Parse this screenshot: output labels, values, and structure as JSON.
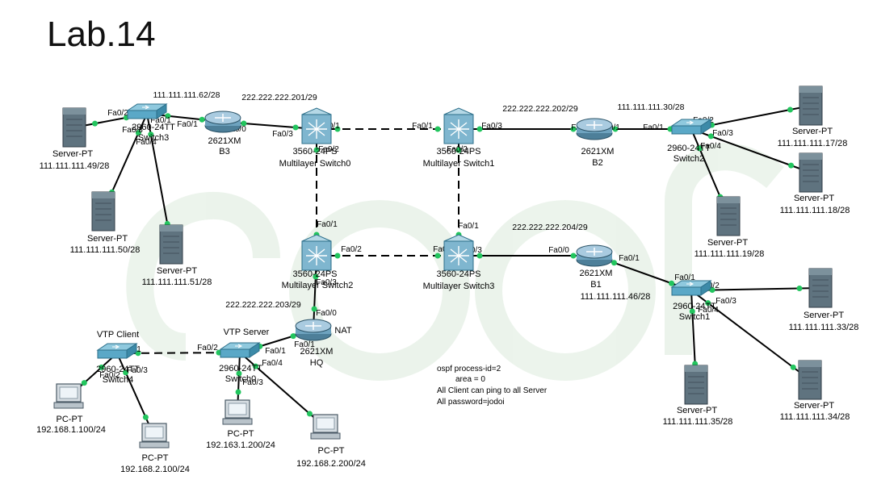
{
  "title": "Lab.14",
  "colors": {
    "link": "#000000",
    "port": "#22c55e",
    "portOrange": "#f08c1e",
    "switchBody": "#5aa8c7",
    "router": "#6ea3bf",
    "server": "#5f737f",
    "watermark": "#e7f1e7"
  },
  "devices": [
    {
      "id": "srv49",
      "type": "server",
      "labels": [
        "Server-PT",
        "111.111.111.49/28"
      ]
    },
    {
      "id": "srv50",
      "type": "server",
      "labels": [
        "Server-PT",
        "111.111.111.50/28"
      ]
    },
    {
      "id": "srv51",
      "type": "server",
      "labels": [
        "Server-PT",
        "111.111.111.51/28"
      ]
    },
    {
      "id": "sw3",
      "type": "switch",
      "labels": [
        "2960-24TT",
        "Switch3"
      ]
    },
    {
      "id": "b3",
      "type": "router",
      "labels": [
        "2621XM",
        "B3"
      ]
    },
    {
      "id": "ms0",
      "type": "mlswitch",
      "labels": [
        "3560-24PS",
        "Multilayer Switch0"
      ]
    },
    {
      "id": "ms1",
      "type": "mlswitch",
      "labels": [
        "3560-24PS",
        "Multilayer Switch1"
      ]
    },
    {
      "id": "b2",
      "type": "router",
      "labels": [
        "2621XM",
        "B2"
      ]
    },
    {
      "id": "sw2",
      "type": "switch",
      "labels": [
        "2960-24TT",
        "Switch2"
      ]
    },
    {
      "id": "srv17",
      "type": "server",
      "labels": [
        "Server-PT",
        "111.111.111.17/28"
      ]
    },
    {
      "id": "srv18",
      "type": "server",
      "labels": [
        "Server-PT",
        "111.111.111.18/28"
      ]
    },
    {
      "id": "srv19",
      "type": "server",
      "labels": [
        "Server-PT",
        "111.111.111.19/28"
      ]
    },
    {
      "id": "ms2",
      "type": "mlswitch",
      "labels": [
        "3560-24PS",
        "Multilayer Switch2"
      ]
    },
    {
      "id": "ms3",
      "type": "mlswitch",
      "labels": [
        "3560-24PS",
        "Multilayer Switch3"
      ]
    },
    {
      "id": "b1",
      "type": "router",
      "labels": [
        "2621XM",
        "B1",
        "111.111.111.46/28"
      ]
    },
    {
      "id": "sw1",
      "type": "switch",
      "labels": [
        "2960-24TT",
        "Switch1"
      ]
    },
    {
      "id": "srv33",
      "type": "server",
      "labels": [
        "Server-PT",
        "111.111.111.33/28"
      ]
    },
    {
      "id": "srv34",
      "type": "server",
      "labels": [
        "Server-PT",
        "111.111.111.34/28"
      ]
    },
    {
      "id": "srv35",
      "type": "server",
      "labels": [
        "Server-PT",
        "111.111.111.35/28"
      ]
    },
    {
      "id": "hq",
      "type": "router",
      "labels": [
        "NAT",
        "2621XM",
        "HQ"
      ]
    },
    {
      "id": "sw0",
      "type": "switch",
      "labels": [
        "VTP Server",
        "2960-24TT",
        "Switch0"
      ]
    },
    {
      "id": "sw4",
      "type": "switch",
      "labels": [
        "VTP Client",
        "2960-24TT",
        "Switch4"
      ]
    },
    {
      "id": "pc1",
      "type": "pc",
      "labels": [
        "PC-PT",
        "192.168.1.100/24"
      ]
    },
    {
      "id": "pc2",
      "type": "pc",
      "labels": [
        "PC-PT",
        "192.168.2.100/24"
      ]
    },
    {
      "id": "pc3",
      "type": "pc",
      "labels": [
        "PC-PT",
        "192.163.1.200/24"
      ]
    },
    {
      "id": "pc4",
      "type": "pc",
      "labels": [
        "PC-PT",
        "192.168.2.200/24"
      ]
    }
  ],
  "links": [
    {
      "from": "srv49",
      "to": "sw3",
      "style": "solid",
      "ports": [
        "Fa0/2"
      ]
    },
    {
      "from": "srv50",
      "to": "sw3",
      "style": "solid",
      "ports": [
        "Fa0/3"
      ]
    },
    {
      "from": "srv51",
      "to": "sw3",
      "style": "solid",
      "ports": [
        "Fa0/4"
      ]
    },
    {
      "from": "sw3",
      "to": "b3",
      "style": "solid",
      "ports": [
        "Fa0/1",
        "Fa0/1"
      ]
    },
    {
      "from": "b3",
      "to": "ms0",
      "style": "solid",
      "ports": [
        "Fa0/0",
        "Fa0/3"
      ]
    },
    {
      "from": "ms0",
      "to": "ms1",
      "style": "dashed",
      "ports": [
        "Fa0/1",
        "Fa0/1"
      ]
    },
    {
      "from": "ms1",
      "to": "b2",
      "style": "solid",
      "ports": [
        "Fa0/3",
        "Fa0/0"
      ]
    },
    {
      "from": "b2",
      "to": "sw2",
      "style": "solid",
      "ports": [
        "Fa0/1",
        "Fa0/1"
      ]
    },
    {
      "from": "sw2",
      "to": "srv17",
      "style": "solid",
      "ports": [
        "Fa0/2"
      ]
    },
    {
      "from": "sw2",
      "to": "srv18",
      "style": "solid",
      "ports": [
        "Fa0/3"
      ]
    },
    {
      "from": "sw2",
      "to": "srv19",
      "style": "solid",
      "ports": [
        "Fa0/4"
      ]
    },
    {
      "from": "ms0",
      "to": "ms2",
      "style": "dashed",
      "ports": [
        "Fa0/2",
        "Fa0/1"
      ]
    },
    {
      "from": "ms1",
      "to": "ms3",
      "style": "dashed",
      "ports": [
        "Fa0/2",
        "Fa0/1"
      ]
    },
    {
      "from": "ms2",
      "to": "ms3",
      "style": "dashed",
      "ports": [
        "Fa0/2",
        "Fa0/2"
      ]
    },
    {
      "from": "ms3",
      "to": "b1",
      "style": "solid",
      "ports": [
        "Fa0/3",
        "Fa0/0"
      ]
    },
    {
      "from": "b1",
      "to": "sw1",
      "style": "solid",
      "ports": [
        "Fa0/1",
        "Fa0/1"
      ]
    },
    {
      "from": "sw1",
      "to": "srv33",
      "style": "solid",
      "ports": [
        "Fa0/2"
      ]
    },
    {
      "from": "sw1",
      "to": "srv34",
      "style": "solid",
      "ports": [
        "Fa0/3"
      ]
    },
    {
      "from": "sw1",
      "to": "srv35",
      "style": "solid",
      "ports": [
        "Fa0/4"
      ]
    },
    {
      "from": "ms2",
      "to": "hq",
      "style": "solid",
      "ports": [
        "Fa0/3",
        "Fa0/0"
      ]
    },
    {
      "from": "hq",
      "to": "sw0",
      "style": "solid",
      "ports": [
        "Fa0/1",
        "Fa0/1"
      ]
    },
    {
      "from": "sw0",
      "to": "sw4",
      "style": "dashed",
      "ports": [
        "Fa0/2",
        "Fa0/1"
      ]
    },
    {
      "from": "sw0",
      "to": "pc3",
      "style": "solid",
      "ports": [
        "Fa0/3"
      ]
    },
    {
      "from": "sw0",
      "to": "pc4",
      "style": "solid",
      "ports": [
        "Fa0/4"
      ]
    },
    {
      "from": "sw4",
      "to": "pc1",
      "style": "solid",
      "ports": [
        "Fa0/2"
      ]
    },
    {
      "from": "sw4",
      "to": "pc2",
      "style": "solid",
      "ports": [
        "Fa0/3"
      ]
    }
  ],
  "network_labels": [
    "111.111.111.62/28",
    "222.222.222.201/29",
    "222.222.222.202/29",
    "111.111.111.30/28",
    "222.222.222.204/29",
    "222.222.222.203/29"
  ],
  "notes": [
    "ospf process-id=2",
    "area = 0",
    "All Client can ping to all Server",
    "All password=jodoi"
  ]
}
